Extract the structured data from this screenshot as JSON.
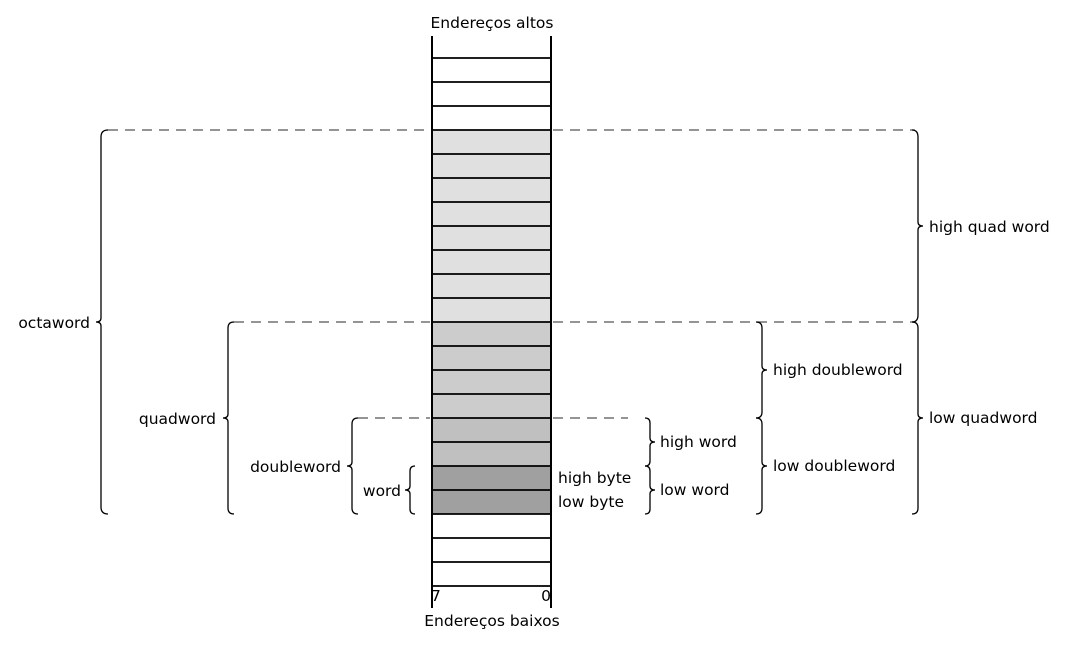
{
  "title_top": "Endereços altos",
  "title_bottom": "Endereços baixos",
  "bit_high": "7",
  "bit_low": "0",
  "colors": {
    "background": "#ffffff",
    "line": "#000000",
    "dash": "#555555",
    "octaword_fill": "#e0e0e0",
    "quadword_fill": "#cccccc",
    "word_fill": "#c0c0c0",
    "byte_fill": "#a0a0a0",
    "empty_fill": "#ffffff"
  },
  "labels": {
    "octaword": "octaword",
    "quadword": "quadword",
    "doubleword": "doubleword",
    "word": "word",
    "high_byte": "high byte",
    "low_byte": "low byte",
    "high_word": "high word",
    "low_word": "low word",
    "high_doubleword": "high doubleword",
    "low_doubleword": "low doubleword",
    "high_quad_word": "high quad word",
    "low_quadword": "low quadword"
  },
  "memory": {
    "empty_above": 3,
    "octaword_bytes": 16,
    "empty_below": 3
  }
}
